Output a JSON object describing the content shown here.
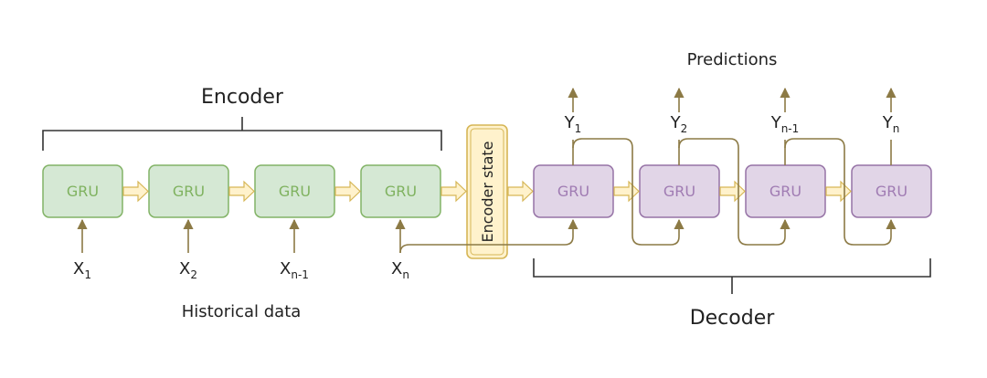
{
  "encoder_label": "Encoder",
  "decoder_label": "Decoder",
  "predictions_label": "Predictions",
  "historical_label": "Historical data",
  "encoder_state_label": "Encoder state",
  "gru_label": "GRU",
  "inputs": [
    {
      "base": "X",
      "sub": "1"
    },
    {
      "base": "X",
      "sub": "2"
    },
    {
      "base": "X",
      "sub": "n-1"
    },
    {
      "base": "X",
      "sub": "n"
    }
  ],
  "outputs": [
    {
      "base": "Y",
      "sub": "1"
    },
    {
      "base": "Y",
      "sub": "2"
    },
    {
      "base": "Y",
      "sub": "n-1"
    },
    {
      "base": "Y",
      "sub": "n"
    }
  ],
  "colors": {
    "encoder_fill": "#d5e8d4",
    "encoder_stroke": "#82b366",
    "decoder_fill": "#e1d5e7",
    "decoder_stroke": "#9673a6",
    "state_fill": "#fff2cc",
    "state_stroke": "#d6b656",
    "arrow": "#8c7a45"
  }
}
